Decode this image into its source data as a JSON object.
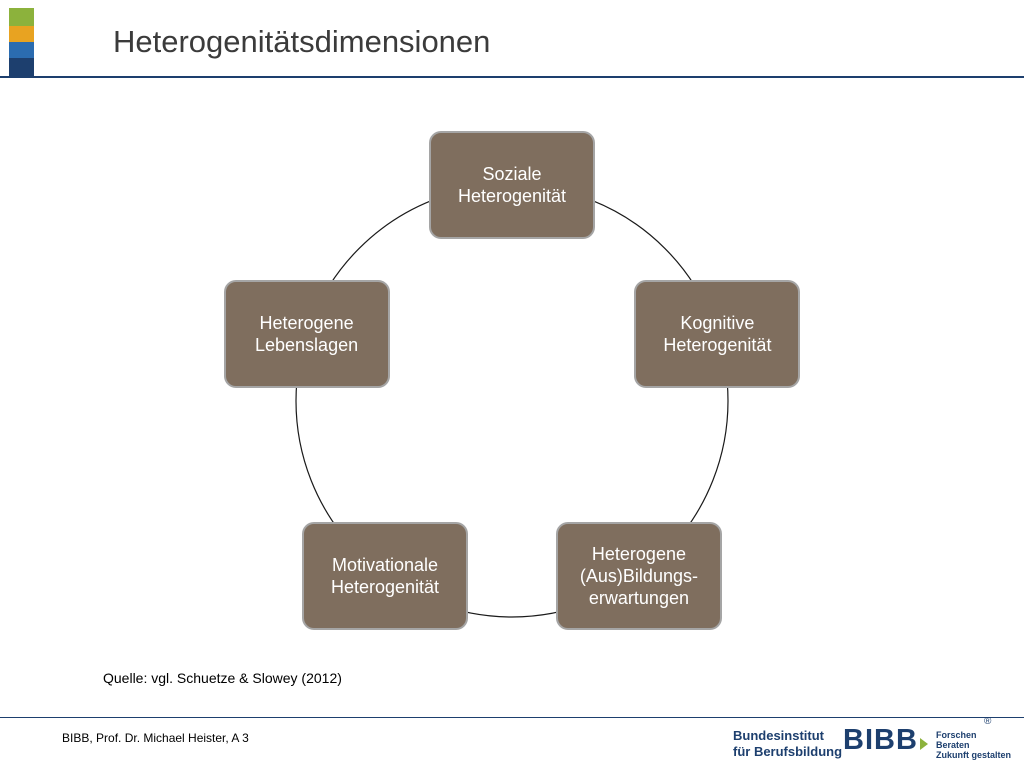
{
  "slide": {
    "title": "Heterogenitätsdimensionen",
    "source_note": "Quelle: vgl. Schuetze & Slowey (2012)",
    "footer_text": "BIBB, Prof. Dr. Michael Heister, A 3"
  },
  "brand_bar_colors": [
    "#8cb23c",
    "#e8a321",
    "#2b6cb0",
    "#1d3f6e"
  ],
  "colors": {
    "node_fill": "#7f6e5e",
    "node_border": "#a5a5a5",
    "node_text": "#ffffff",
    "rule": "#1d3f6e",
    "circle": "#1a1a1a"
  },
  "diagram": {
    "type": "cycle",
    "nodes": [
      {
        "label": "Soziale\nHeterogenität"
      },
      {
        "label": "Kognitive\nHeterogenität"
      },
      {
        "label": "Heterogene\n(Aus)Bildungs-\nerwartungen"
      },
      {
        "label": "Motivationale\nHeterogenität"
      },
      {
        "label": "Heterogene\nLebenslagen"
      }
    ]
  },
  "logo": {
    "line1": "Bundesinstitut",
    "line2": "für Berufsbildung",
    "mark": "BIBB",
    "tagline": [
      "Forschen",
      "Beraten",
      "Zukunft gestalten"
    ],
    "registered": "®"
  }
}
